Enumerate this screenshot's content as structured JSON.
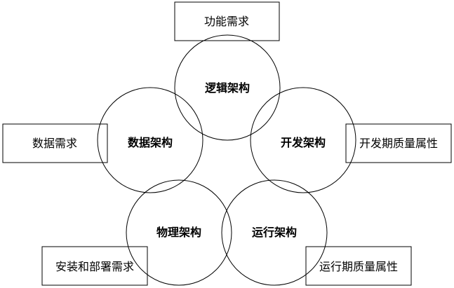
{
  "circles": {
    "logical": "逻辑架构",
    "data": "数据架构",
    "development": "开发架构",
    "physical": "物理架构",
    "runtime": "运行架构"
  },
  "requirements": {
    "functional": "功能需求",
    "data": "数据需求",
    "dev_quality": "开发期质量属性",
    "install_deploy": "安装和部署需求",
    "runtime_quality": "运行期质量属性"
  }
}
